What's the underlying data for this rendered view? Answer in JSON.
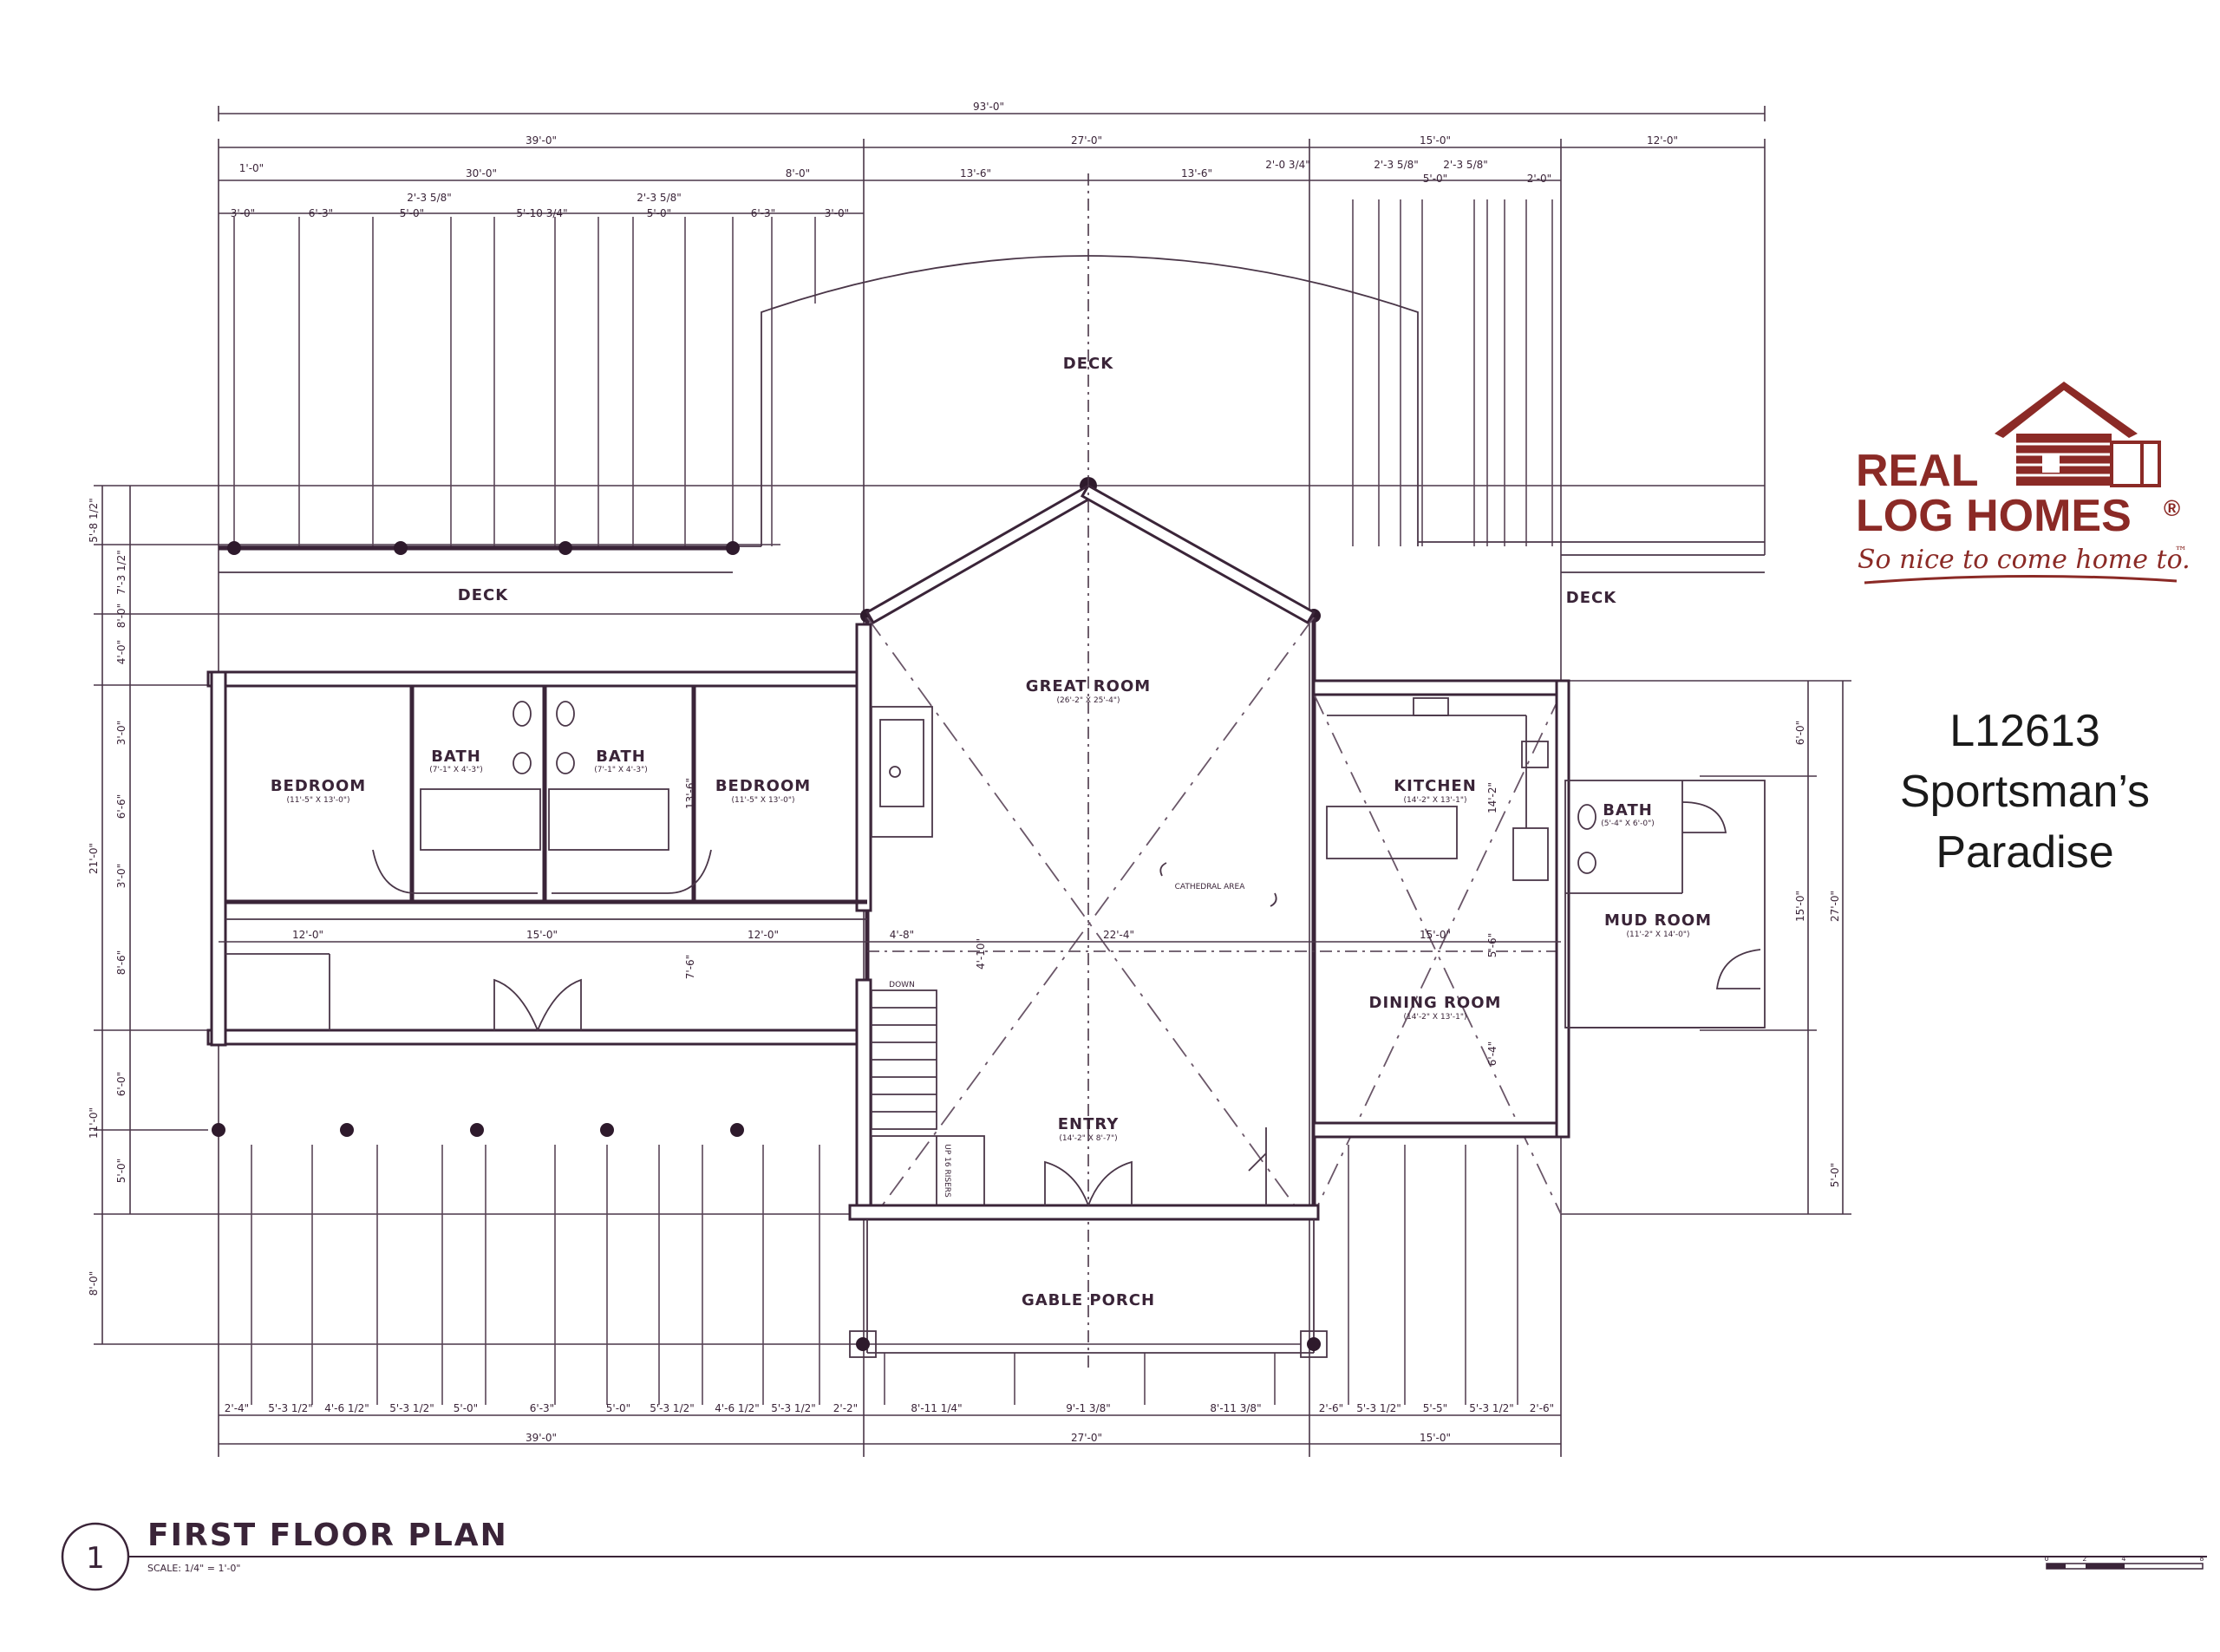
{
  "brand": {
    "line1": "REAL",
    "line2": "LOG HOMES",
    "registered": "®",
    "tagline": "So nice to come home to.",
    "trademark": "™",
    "color": "#8b2a26",
    "logo_icon": "log-cabin-icon"
  },
  "plan_info": {
    "number": "L12613",
    "name_line1": "Sportsman’s",
    "name_line2": "Paradise"
  },
  "title_block": {
    "detail_number": "1",
    "title": "FIRST FLOOR PLAN",
    "scale": "SCALE: 1/4\" = 1'-0\"",
    "scale_bar_labels": [
      "0",
      "2'",
      "4'",
      "8'"
    ]
  },
  "rooms": {
    "deck_top": {
      "name": "DECK"
    },
    "deck_left": {
      "name": "DECK"
    },
    "deck_right": {
      "name": "DECK"
    },
    "great_room": {
      "name": "GREAT ROOM",
      "size": "(26'-2\" X 25'-4\")"
    },
    "bedroom_left": {
      "name": "BEDROOM",
      "size": "(11'-5\" X 13'-0\")"
    },
    "bath_left": {
      "name": "BATH",
      "size": "(7'-1\" X 4'-3\")"
    },
    "bath_right": {
      "name": "BATH",
      "size": "(7'-1\" X 4'-3\")"
    },
    "bedroom_right": {
      "name": "BEDROOM",
      "size": "(11'-5\" X 13'-0\")"
    },
    "kitchen": {
      "name": "KITCHEN",
      "size": "(14'-2\" X 13'-1\")"
    },
    "bath_mud": {
      "name": "BATH",
      "size": "(5'-4\" X 6'-0\")"
    },
    "mud_room": {
      "name": "MUD ROOM",
      "size": "(11'-2\" X 14'-0\")"
    },
    "dining_room": {
      "name": "DINING ROOM",
      "size": "(14'-2\" X 13'-1\")"
    },
    "entry": {
      "name": "ENTRY",
      "size": "(14'-2\" X 8'-7\")"
    },
    "gable_porch": {
      "name": "GABLE PORCH"
    },
    "cathedral": {
      "name": "CATHEDRAL AREA"
    },
    "stair_down": {
      "name": "DOWN"
    },
    "stair_risers": {
      "name": "UP 16 RISERS"
    }
  },
  "dimensions": {
    "top_overall": "93'-0\"",
    "top_row2": [
      "39'-0\"",
      "27'-0\"",
      "15'-0\"",
      "12'-0\""
    ],
    "top_row3": [
      "1'-0\"",
      "30'-0\"",
      "8'-0\"",
      "13'-6\"",
      "13'-6\"",
      "2'-0 3/4\"",
      "2'-3 5/8\"",
      "2'-3 5/8\"",
      "5'-0\"",
      "2'-0\""
    ],
    "top_row4": [
      "3'-0\"",
      "6'-3\"",
      "2'-3 5/8\"",
      "5'-0\"",
      "5'-10 3/4\"",
      "2'-3 5/8\"",
      "5'-0\"",
      "6'-3\"",
      "3'-0\""
    ],
    "left_side": [
      "5'-8 1/2\"",
      "7'-3 1/2\"",
      "8'-0\"",
      "4'-0\"",
      "3'-0\"",
      "6'-6\"",
      "3'-0\"",
      "21'-0\"",
      "8'-6\"",
      "6'-0\"",
      "11'-0\"",
      "5'-0\"",
      "8'-0\""
    ],
    "right_side": [
      "6'-0\"",
      "15'-0\"",
      "27'-0\"",
      "5'-0\""
    ],
    "interior": [
      "12'-0\"",
      "15'-0\"",
      "12'-0\"",
      "4'-8\"",
      "22'-4\"",
      "15'-0\"",
      "4'-10\"",
      "7'-6\"",
      "13'-6\"",
      "14'-2\"",
      "5'-6\"",
      "6'-4\""
    ],
    "bottom_row1": [
      "2'-4\"",
      "5'-3 1/2\"",
      "4'-6 1/2\"",
      "5'-3 1/2\"",
      "5'-0\"",
      "6'-3\"",
      "5'-0\"",
      "5'-3 1/2\"",
      "4'-6 1/2\"",
      "5'-3 1/2\"",
      "2'-2\"",
      "8'-11 1/4\"",
      "9'-1 3/8\"",
      "8'-11 3/8\"",
      "2'-6\"",
      "5'-3 1/2\"",
      "5'-5\"",
      "5'-3 1/2\"",
      "2'-6\""
    ],
    "bottom_row2": [
      "39'-0\"",
      "27'-0\"",
      "15'-0\""
    ]
  }
}
